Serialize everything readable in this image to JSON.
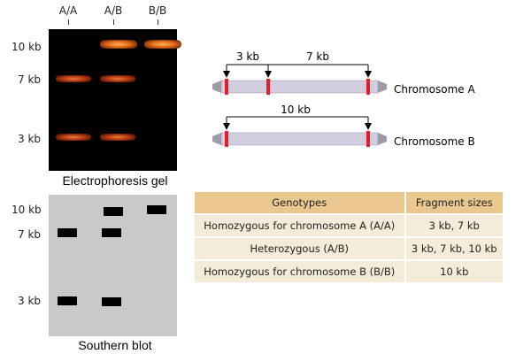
{
  "lanes": [
    "A/A",
    "A/B",
    "B/B"
  ],
  "gel": {
    "size_labels": [
      "10 kb",
      "7 kb",
      "3 kb"
    ],
    "caption": "Electrophoresis gel"
  },
  "blot": {
    "size_labels": [
      "10 kb",
      "7 kb",
      "3 kb"
    ],
    "caption": "Southern blot"
  },
  "map": {
    "chromosome_a": {
      "label": "Chromosome A",
      "fragments": [
        {
          "label": "3 kb",
          "kb": 3
        },
        {
          "label": "7 kb",
          "kb": 7
        }
      ]
    },
    "chromosome_b": {
      "label": "Chromosome B",
      "fragments": [
        {
          "label": "10 kb",
          "kb": 10
        }
      ]
    },
    "colors": {
      "chromosome": "#d3cde0",
      "site": "#e41e26"
    }
  },
  "table": {
    "headers": [
      "Genotypes",
      "Fragment sizes"
    ],
    "rows": [
      [
        "Homozygous for chromosome A (A/A)",
        "3 kb, 7 kb"
      ],
      [
        "Heterozygous (A/B)",
        "3 kb, 7 kb, 10 kb"
      ],
      [
        "Homozygous for chromosome B (B/B)",
        "10 kb"
      ]
    ]
  }
}
